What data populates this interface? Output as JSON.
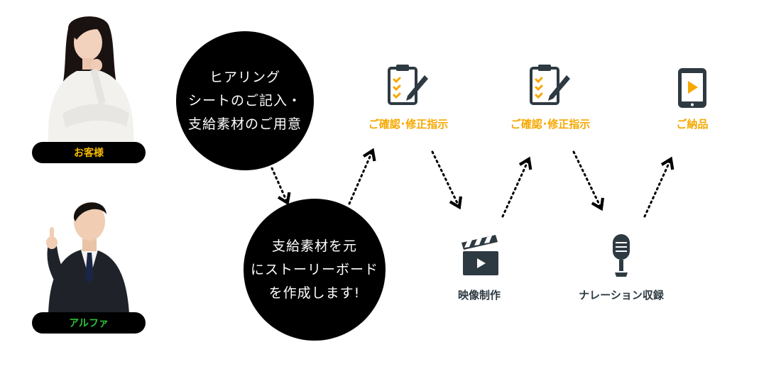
{
  "people": {
    "customer": {
      "label": "お客様",
      "label_color": "#f5b800"
    },
    "staff": {
      "label": "アルファ",
      "label_color": "#2fc23a"
    }
  },
  "circles": {
    "hearing": "ヒアリング\nシートのご記入・\n支給素材のご用意",
    "storyboard": "支給素材を元\nにストーリーボード\nを作成します!"
  },
  "steps": {
    "review1": "ご確認･修正指示",
    "review2": "ご確認･修正指示",
    "delivery": "ご納品",
    "video": "映像制作",
    "narration": "ナレーション収録"
  },
  "colors": {
    "accent": "#f5a800",
    "icon": "#2e3a42"
  },
  "icons": {
    "review1": "clipboard-check-pen-icon",
    "review2": "clipboard-check-pen-icon",
    "delivery": "tablet-play-icon",
    "video": "clapperboard-icon",
    "narration": "microphone-icon"
  }
}
